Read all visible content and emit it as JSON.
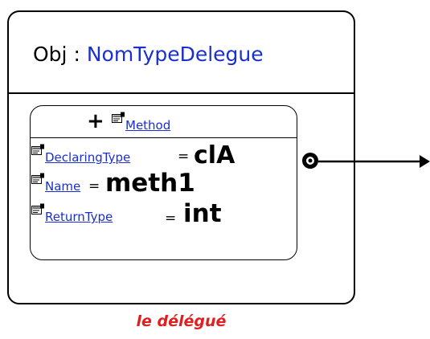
{
  "object": {
    "name": "Obj",
    "separator": " : ",
    "type": "NomTypeDelegue"
  },
  "delegate": {
    "expand_symbol": "+",
    "header_link": "Method",
    "properties": [
      {
        "name": "DeclaringType",
        "eq": "=",
        "value": "clA"
      },
      {
        "name": "Name",
        "eq": "=",
        "value": "meth1"
      },
      {
        "name": "ReturnType",
        "eq": "=",
        "value": "int"
      }
    ]
  },
  "caption": "le délégué",
  "colors": {
    "link": "#1a2fd0",
    "caption": "#e02020",
    "border": "#000000"
  },
  "icons": [
    "property-icon",
    "connector-port-icon",
    "arrow-icon"
  ]
}
